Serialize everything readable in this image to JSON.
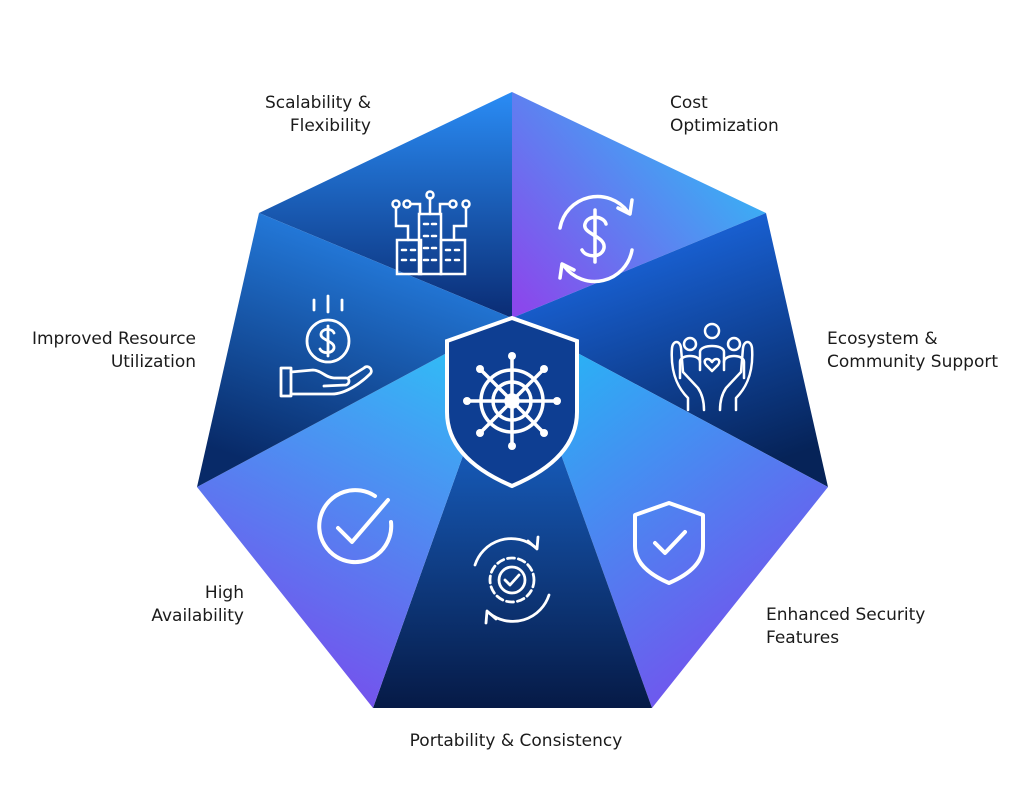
{
  "center": {
    "icon": "ship-wheel-shield-icon"
  },
  "segments": [
    {
      "id": "scalability",
      "lines": [
        "Scalability &",
        "Flexibility"
      ],
      "icon": "smart-building-icon",
      "gradient": [
        "#2a8cf5",
        "#0a2c74"
      ]
    },
    {
      "id": "cost",
      "lines": [
        "Cost",
        "Optimization"
      ],
      "icon": "dollar-refresh-icon",
      "gradient": [
        "#8a48ec",
        "#27c7f6"
      ]
    },
    {
      "id": "ecosystem",
      "lines": [
        "Ecosystem &",
        "Community Support"
      ],
      "icon": "community-hands-icon",
      "gradient": [
        "#1d6ff0",
        "#062358"
      ]
    },
    {
      "id": "security",
      "lines": [
        "Enhanced Security",
        "Features"
      ],
      "icon": "shield-check-icon",
      "gradient": [
        "#25b8f5",
        "#7c47ec"
      ]
    },
    {
      "id": "portability",
      "lines": [
        "Portability & Consistency"
      ],
      "icon": "gear-check-cycle-icon",
      "gradient": [
        "#1f7bf2",
        "#061a46"
      ]
    },
    {
      "id": "availability",
      "lines": [
        "High",
        "Availability"
      ],
      "icon": "check-circle-icon",
      "gradient": [
        "#7a49ec",
        "#2ec0f6"
      ]
    },
    {
      "id": "resource",
      "lines": [
        "Improved Resource",
        "Utilization"
      ],
      "icon": "hand-coin-icon",
      "gradient": [
        "#2a8cf5",
        "#082a68"
      ]
    }
  ]
}
